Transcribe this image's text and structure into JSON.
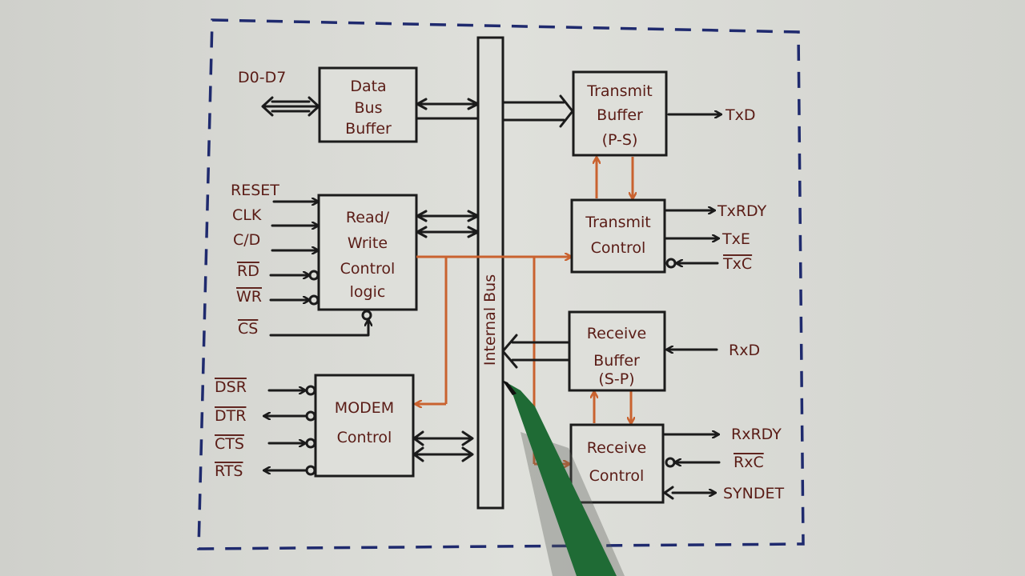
{
  "blocks": {
    "data_bus_buffer": [
      "Data",
      "Bus",
      "Buffer"
    ],
    "read_write": [
      "Read/",
      "Write",
      "Control",
      "logic"
    ],
    "modem": [
      "MODEM",
      "Control"
    ],
    "transmit_buffer": [
      "Transmit",
      "Buffer",
      "(P-S)"
    ],
    "transmit_control": [
      "Transmit",
      "Control"
    ],
    "receive_buffer": [
      "Receive",
      "Buffer",
      "(S-P)"
    ],
    "receive_control": [
      "Receive",
      "Control"
    ],
    "internal_bus": "Internal Bus"
  },
  "signals": {
    "data": "D0-D7",
    "rw": [
      "RESET",
      "CLK",
      "C/D",
      "RD",
      "WR",
      "CS"
    ],
    "modem": [
      "DSR",
      "DTR",
      "CTS",
      "RTS"
    ],
    "tx": [
      "TxD",
      "TxRDY",
      "TxE",
      "TxC"
    ],
    "rx": [
      "RxD",
      "RxRDY",
      "RxC",
      "SYNDET"
    ]
  },
  "colors": {
    "ink": "#1b1b1b",
    "text": "#5a1c16",
    "control_lines": "#c9622f",
    "border": "#1f2a6e",
    "pen": "#1f6b35"
  }
}
